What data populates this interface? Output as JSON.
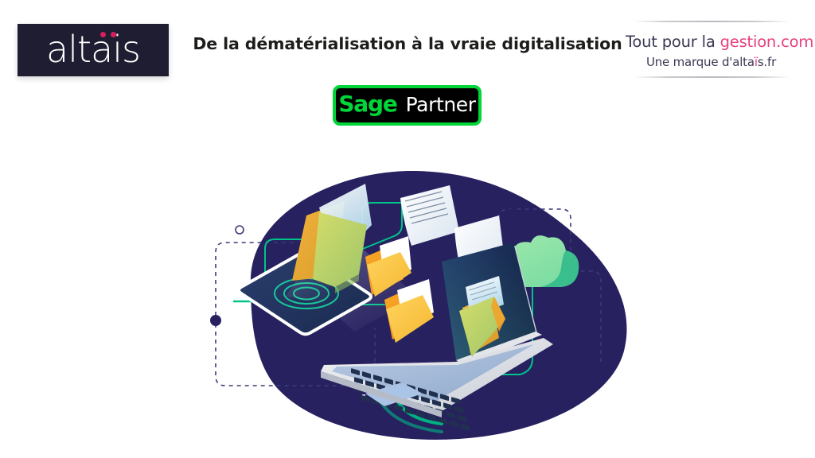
{
  "slide": {
    "title": "De la dématérialisation à la vraie digitalisation",
    "background_color": "#ffffff"
  },
  "brand_logo": {
    "name": "altais",
    "wordmark": "altaïs",
    "wordmark_base": "altais",
    "box_color": "#1e1d31",
    "text_color": "#ffffff",
    "accent_color": "#d81f5d"
  },
  "partner_badge": {
    "brand": "Sage",
    "label": "Partner",
    "background_color": "#000000",
    "border_color": "#00d639",
    "brand_color": "#00d639",
    "label_color": "#ffffff"
  },
  "secondary_logo": {
    "line1_plain": "Tout pour la ",
    "line1_accent": "gestion.com",
    "line2_prefix": "Une marque d'alta",
    "line2_dots": "ï",
    "line2_suffix": "s.fr",
    "text_color": "#3b3a55",
    "accent_color": "#e5417f",
    "rule_color": "#b9b9c0"
  },
  "illustration": {
    "name": "document-digitalization-illustration",
    "alt": "Tablette scannant des dossiers qui s'envolent vers un ordinateur portable et un nuage",
    "blob_color": "#272160",
    "accent_green": "#00c389",
    "cloud_color": "#8ce0a2",
    "cloud_shade_color": "#2fb98a",
    "folder_orange": "#f5a623",
    "folder_yellow": "#ffc845",
    "folder_green": "#c3d15a",
    "paper_white": "#ffffff",
    "laptop_body": "#e3e5ea",
    "laptop_screen": "#1c2e56",
    "dashed_line_color": "#3b3a7a",
    "elements": [
      "blob-background",
      "dashed-connector-left",
      "dashed-connector-right",
      "tablet-scanner",
      "flying-folder-1",
      "flying-folder-2",
      "flying-folder-3",
      "flying-document-1",
      "flying-document-2",
      "laptop",
      "laptop-screen-folder",
      "cloud",
      "green-path-line",
      "green-arcs",
      "dot-marker-left",
      "dot-marker-right",
      "circle-outline-left",
      "circle-outline-right"
    ]
  }
}
